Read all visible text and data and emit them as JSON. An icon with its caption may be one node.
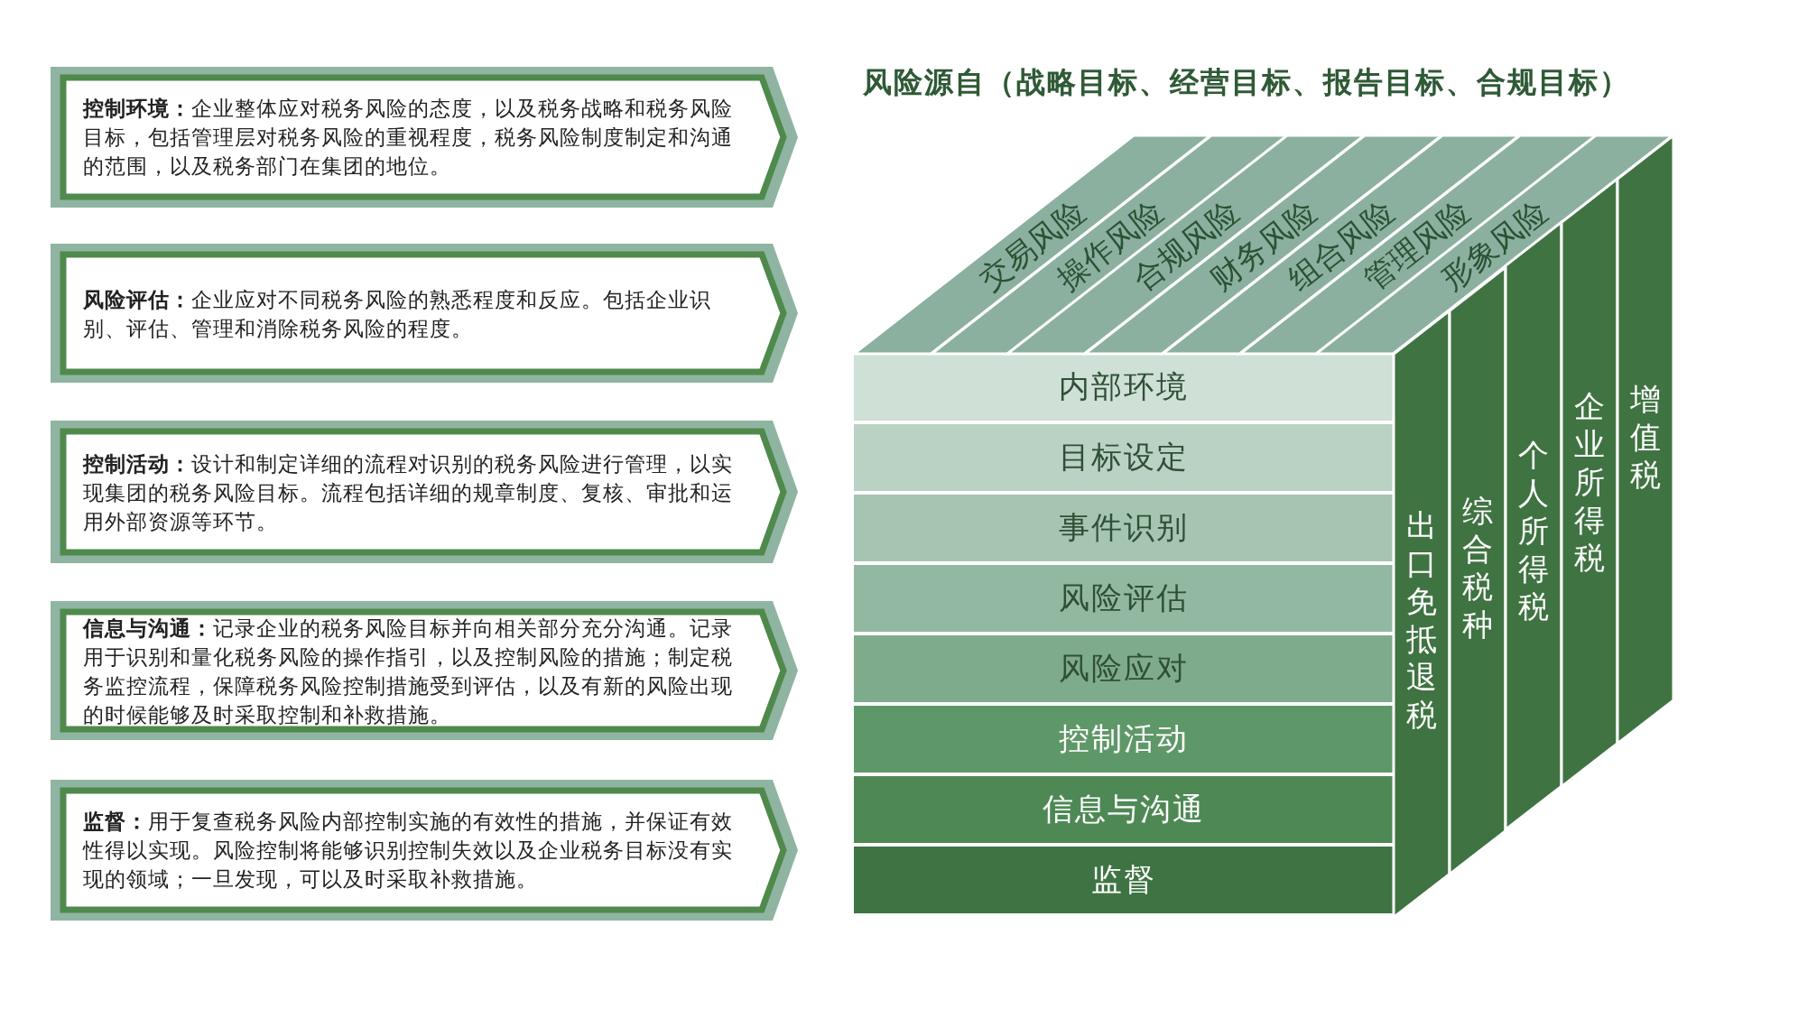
{
  "diagram": {
    "title": "风险源自（战略目标、经营目标、报告目标、合规目标）",
    "nodes": [
      {
        "text": [
          "**控制环境：**企业整体应对税务风险的态度，以及税务战略和税务风险目标，包括管理层对税务风险的重视程度，税务风险制度制定和沟通的范围，以及税务部门在集团的地位。"
        ]
      },
      {
        "text": [
          "**风险评估：**企业应对不同税务风险的熟悉程度和反应。包括企业识别、评估、管理和消除税务风险的程度。"
        ]
      },
      {
        "text": [
          "**控制活动：**设计和制定详细的流程对识别的税务风险进行管理，以实现集团的税务风险目标。流程包括详细的规章制度、复核、审批和运用外部资源等环节。"
        ]
      },
      {
        "text": [
          "**信息与沟通：**记录企业的税务风险目标并向相关部分充分沟通。记录用于识别和量化税务风险的操作指引，以及控制风险的措施；制定税务监控流程，保障税务风险控制措施受到评估，以及有新的风险出现的时候能够及时采取控制和补救措施。"
        ]
      },
      {
        "text": [
          "**监督：**用于复查税务风险内部控制实施的有效性的措施，并保证有效性得以实现。风险控制将能够识别控制失效以及企业税务目标没有实现的领域；一旦发现，可以及时采取补救措施。"
        ]
      },
      {
        "text": [
          "内部环境"
        ]
      },
      {
        "text": [
          "目标设定"
        ]
      },
      {
        "text": [
          "事件识别"
        ]
      },
      {
        "text": [
          "风险评估"
        ]
      },
      {
        "text": [
          "风险应对"
        ]
      },
      {
        "text": [
          "控制活动"
        ]
      },
      {
        "text": [
          "信息与沟通"
        ]
      },
      {
        "text": [
          "监督"
        ]
      },
      {
        "text": [
          "交易风险"
        ]
      },
      {
        "text": [
          "操作风险"
        ]
      },
      {
        "text": [
          "合规风险"
        ]
      },
      {
        "text": [
          "财务风险"
        ]
      },
      {
        "text": [
          "组合风险"
        ]
      },
      {
        "text": [
          "管理风险"
        ]
      },
      {
        "text": [
          "形象风险"
        ]
      },
      {
        "text": [
          "出口免抵退税"
        ]
      },
      {
        "text": [
          "综合税种"
        ]
      },
      {
        "text": [
          "个人所得税"
        ]
      },
      {
        "text": [
          "企业所得税"
        ]
      },
      {
        "text": [
          "增值税"
        ]
      }
    ],
    "edges": []
  }
}
